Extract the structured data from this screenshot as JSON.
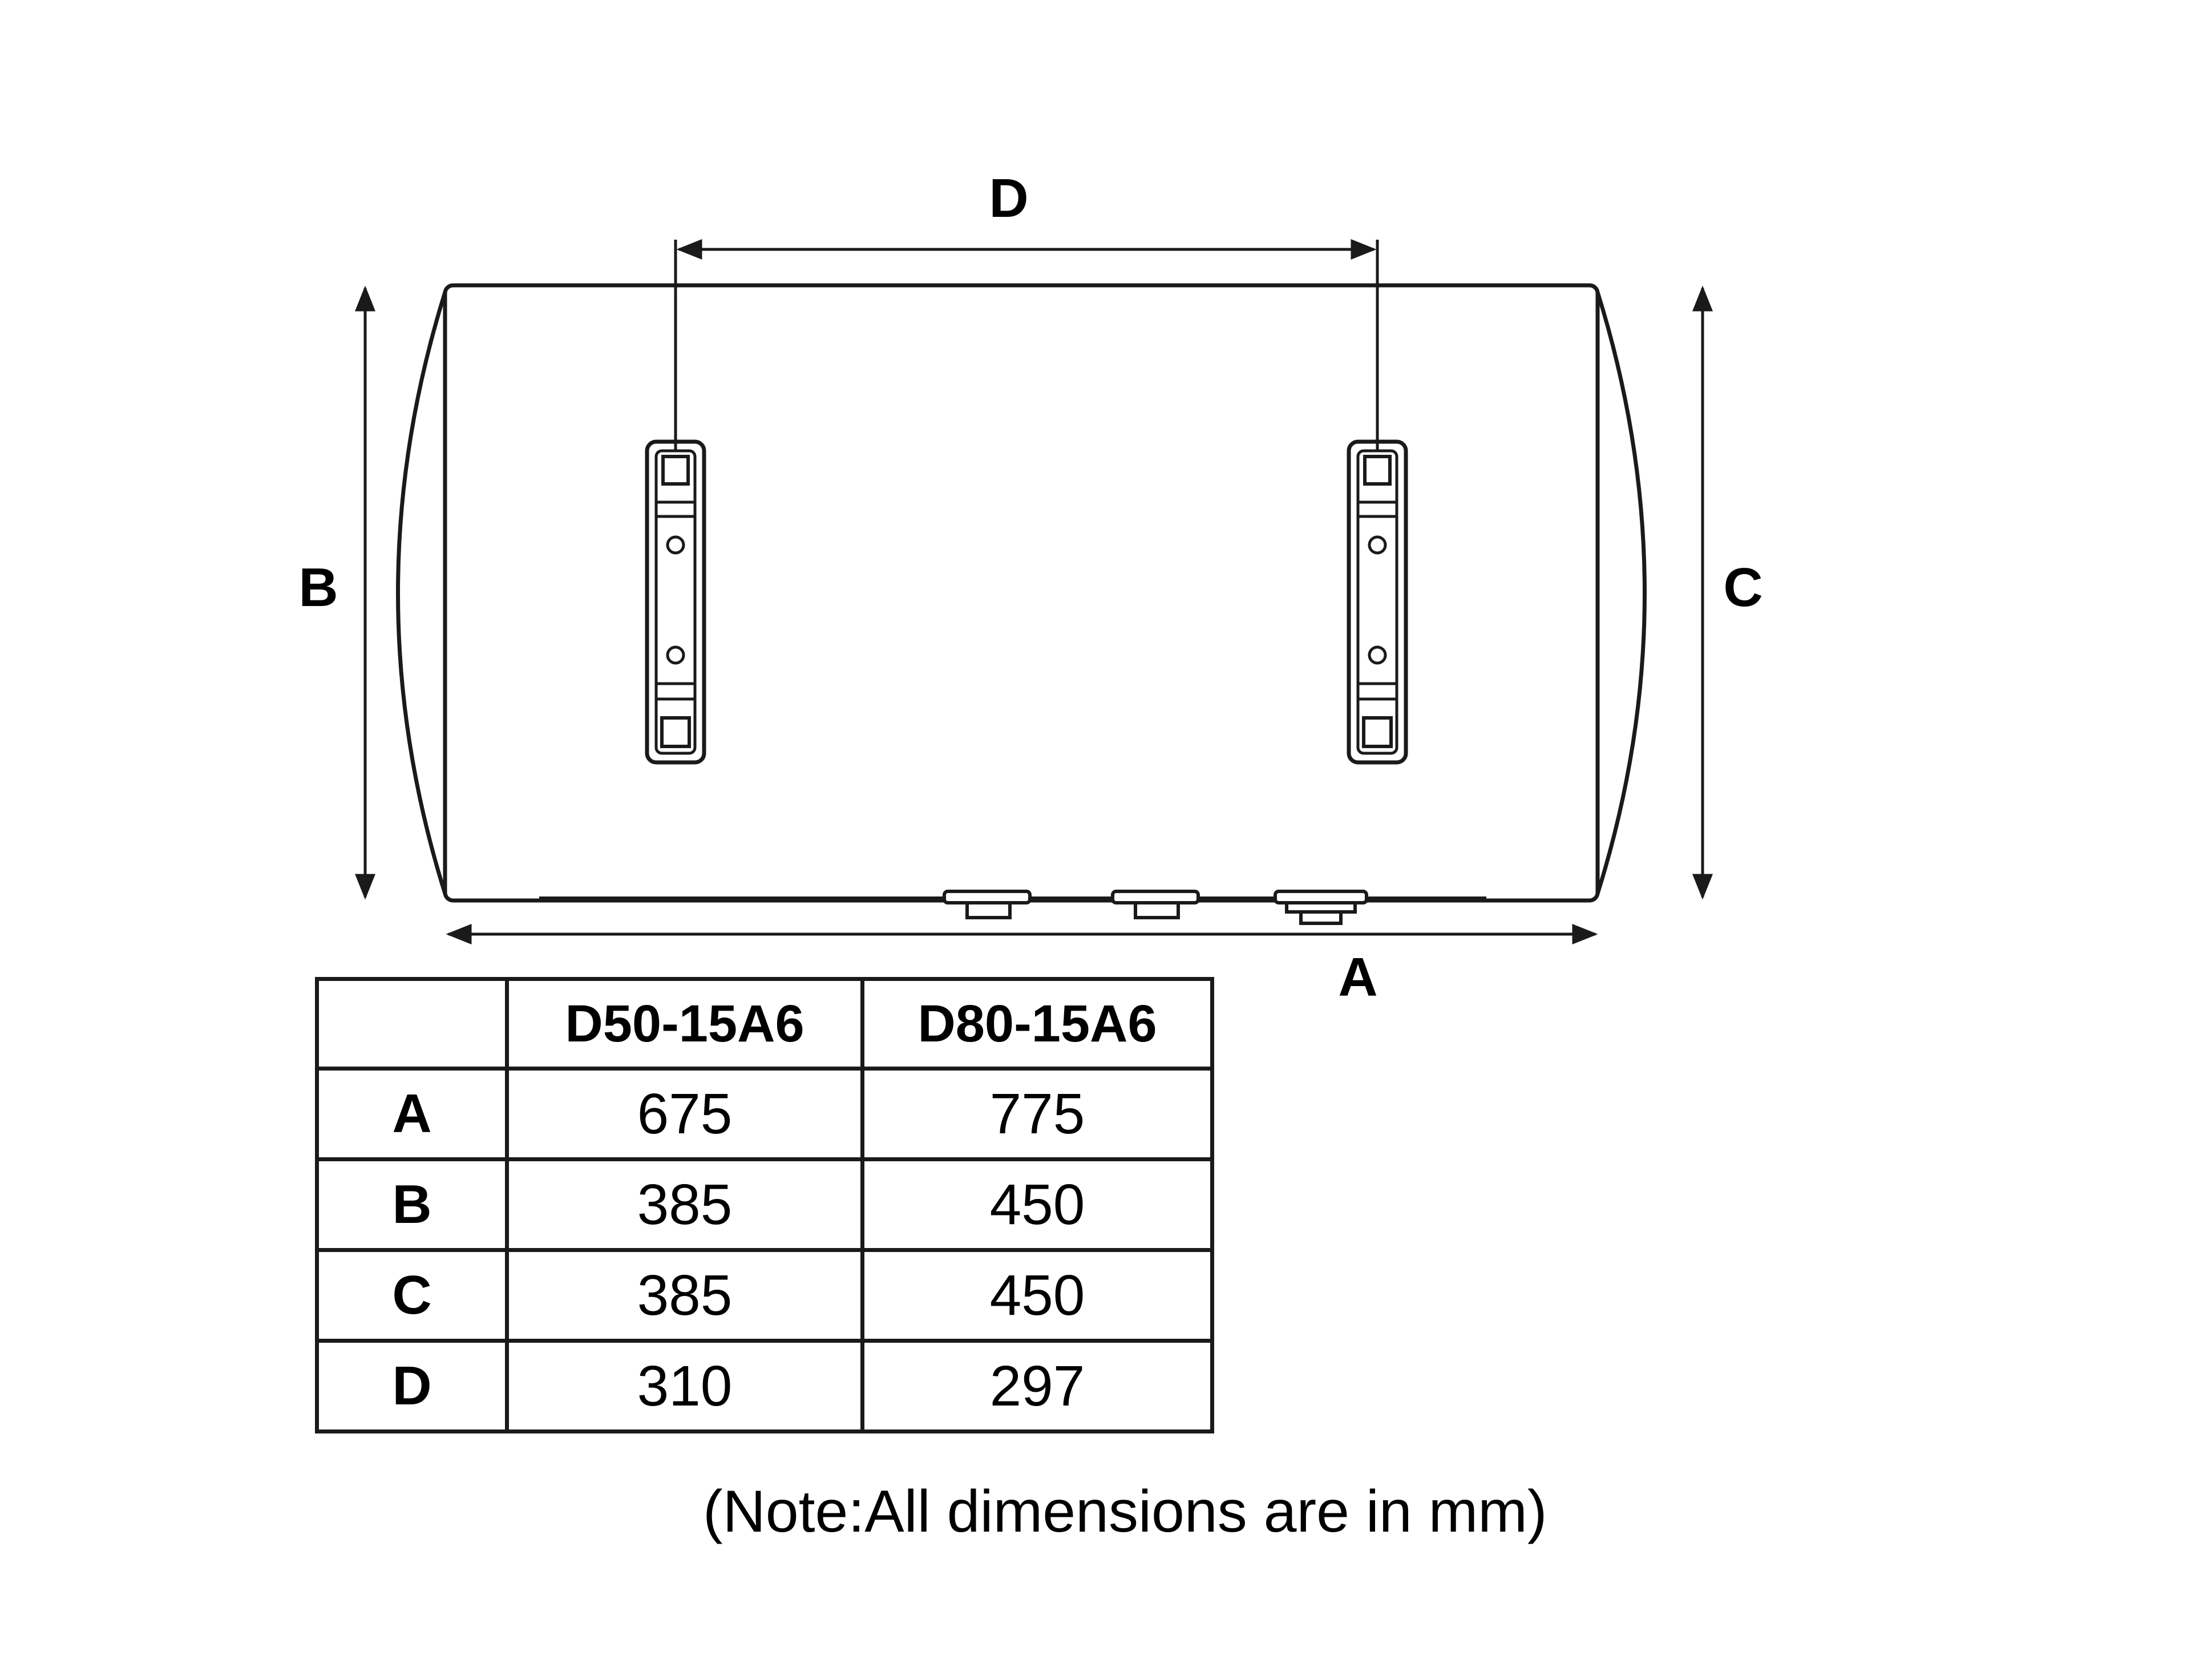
{
  "dimension_labels": {
    "a": "A",
    "b": "B",
    "c": "C",
    "d": "D"
  },
  "table": {
    "corner": "",
    "columns": [
      "D50-15A6",
      "D80-15A6"
    ],
    "rows": [
      {
        "label": "A",
        "values": [
          "675",
          "775"
        ]
      },
      {
        "label": "B",
        "values": [
          "385",
          "450"
        ]
      },
      {
        "label": "C",
        "values": [
          "385",
          "450"
        ]
      },
      {
        "label": "D",
        "values": [
          "310",
          "297"
        ]
      }
    ]
  },
  "note": "(Note:All dimensions are in mm)",
  "colors": {
    "line": "#1a1a1a",
    "background": "#ffffff"
  }
}
